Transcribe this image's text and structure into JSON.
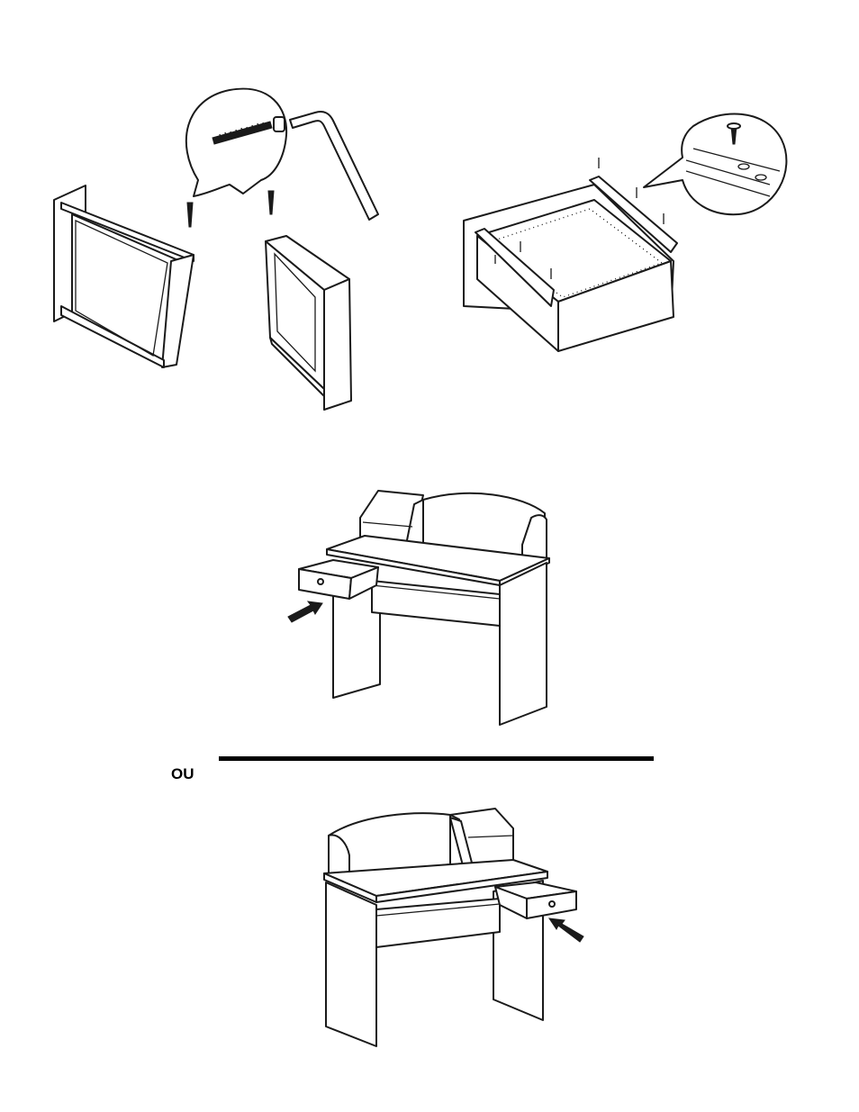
{
  "document": {
    "separator_label": "OU"
  },
  "figures": [
    {
      "id": "step-drawer-frame-assembly",
      "icons": [
        "screw-icon",
        "allen-key-icon",
        "drawer-panel-icon"
      ]
    },
    {
      "id": "step-drawer-slide-mounting",
      "icons": [
        "drawer-box-icon",
        "slide-rail-icon",
        "screw-detail-icon"
      ]
    },
    {
      "id": "desk-option-left-drawer",
      "icons": [
        "desk-icon",
        "push-arrow-icon"
      ]
    },
    {
      "id": "desk-option-right-drawer",
      "icons": [
        "desk-icon",
        "push-arrow-icon"
      ]
    }
  ],
  "colors": {
    "ink": "#1a1a1a",
    "paper": "#ffffff",
    "dot_texture": "#9a9a9a"
  }
}
